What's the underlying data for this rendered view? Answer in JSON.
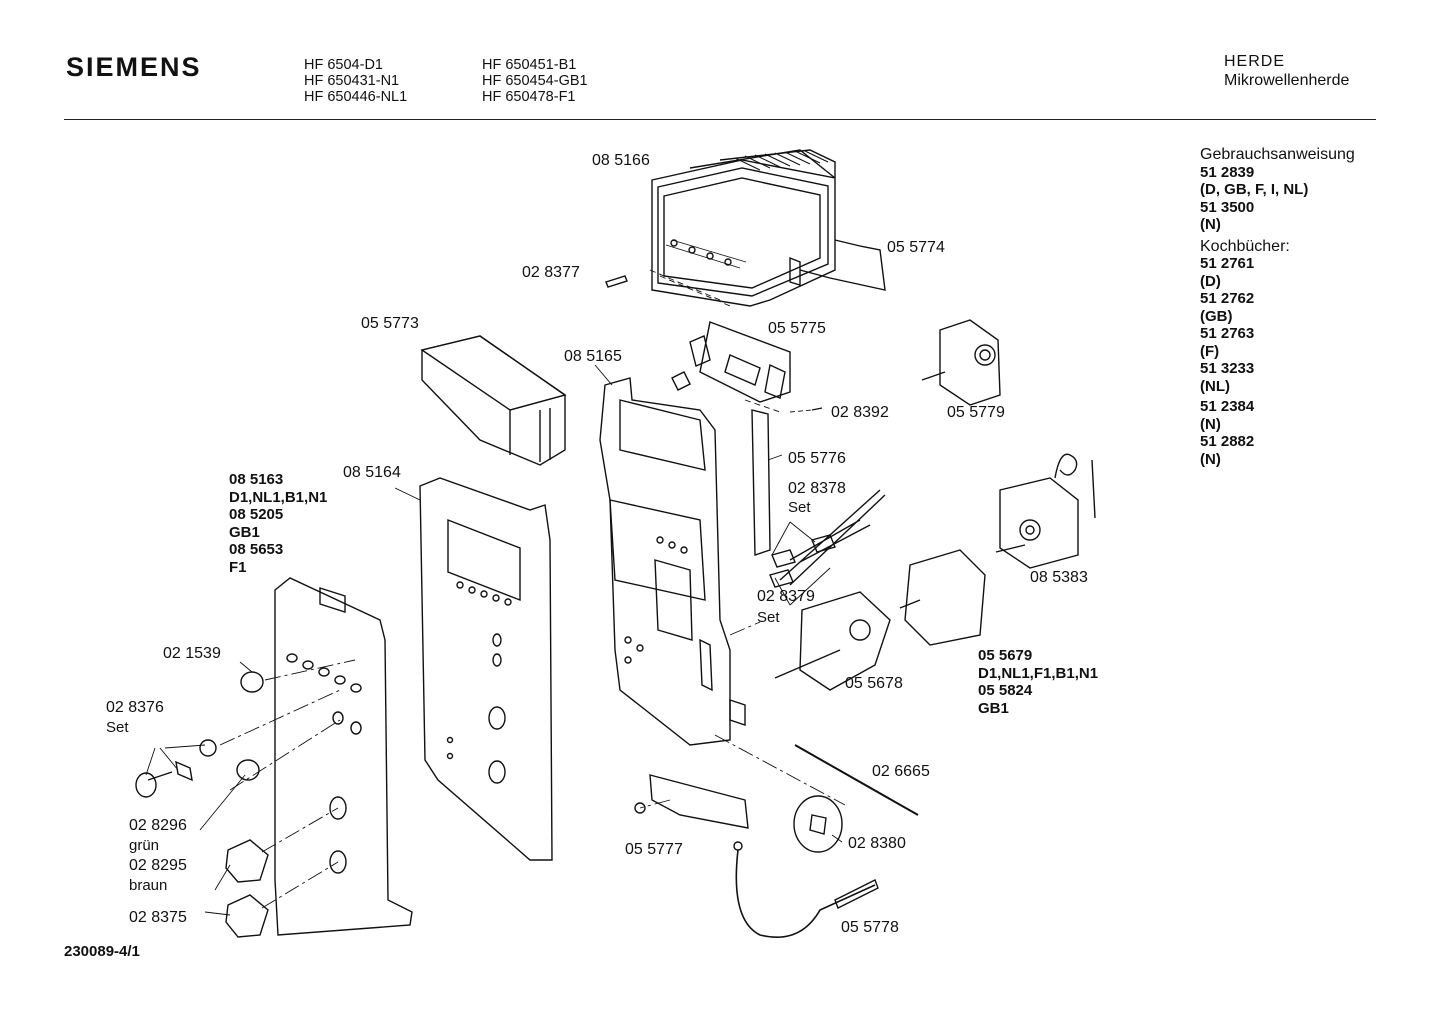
{
  "header": {
    "brand": "SIEMENS",
    "models_col1": [
      "HF 6504-D1",
      "HF 650431-N1",
      "HF 650446-NL1"
    ],
    "models_col2": [
      "HF 650451-B1",
      "HF 650454-GB1",
      "HF 650478-F1"
    ],
    "category": "HERDE",
    "subcategory": "Mikrowellenherde"
  },
  "documents": {
    "manual_title": "Gebrauchsanweisung",
    "manual_items": [
      "51 2839",
      "(D, GB, F, I, NL)",
      "51 3500",
      "(N)"
    ],
    "cookbooks_title": "Kochbücher:",
    "cookbook_items": [
      "51 2761",
      "(D)",
      "51 2762",
      "(GB)",
      "51 2763",
      "(F)",
      "51 3233",
      "(NL)"
    ],
    "extra_items": [
      "51 2384",
      "(N)",
      "51 2882",
      "(N)"
    ]
  },
  "parts": {
    "p085166": "08 5166",
    "p055774": "05 5774",
    "p028377": "02 8377",
    "p055773": "05 5773",
    "p055775": "05 5775",
    "p085165": "08 5165",
    "p055779": "05 5779",
    "p028392": "02 8392",
    "p055776": "05 5776",
    "p085163_block": "08 5163\nD1,NL1,B1,N1\n08 5205\nGB1\n08 5653\nF1",
    "p085164": "08 5164",
    "p028378": "02 8378",
    "p028378_note": "Set",
    "p085383": "08 5383",
    "p028379": "02 8379",
    "p028379_note": "Set",
    "p021539": "02 1539",
    "p055678": "05 5678",
    "p055679_block": "05 5679\nD1,NL1,F1,B1,N1\n05 5824\nGB1",
    "p028376": "02 8376",
    "p028376_note": "Set",
    "p026665": "02 6665",
    "p028296": "02 8296",
    "p028296_note": "grün",
    "p028295": "02 8295",
    "p028295_note": "braun",
    "p055777": "05 5777",
    "p028380": "02 8380",
    "p028375": "02 8375",
    "p055778": "05 5778"
  },
  "footer": {
    "drawing_number": "230089-4/1"
  }
}
